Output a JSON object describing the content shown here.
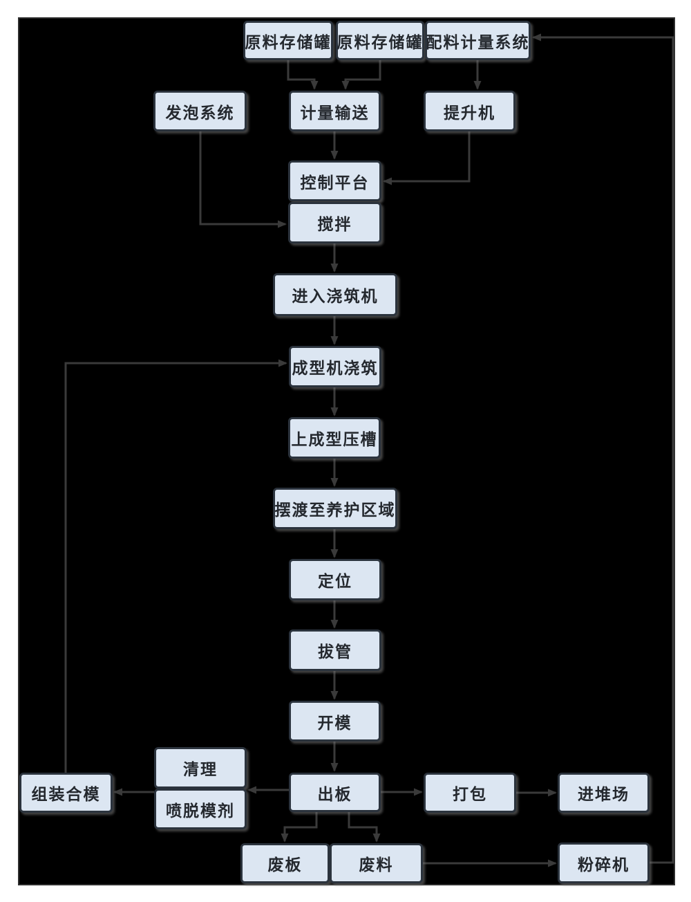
{
  "diagram": {
    "type": "flowchart",
    "language": "zh-CN",
    "colors": {
      "page_bg": "#ffffff",
      "canvas_bg": "#000000",
      "node_fill": "#dce6f2",
      "node_border": "#2b333d",
      "connector": "#3a3a3a",
      "text": "#24282e"
    },
    "nodes": {
      "tank1": {
        "label": "原料存储罐"
      },
      "tank2": {
        "label": "原料存储罐"
      },
      "batching": {
        "label": "配料计量系统"
      },
      "foaming": {
        "label": "发泡系统"
      },
      "metering": {
        "label": "计量输送"
      },
      "elevator": {
        "label": "提升机"
      },
      "control": {
        "label": "控制平台"
      },
      "mixing": {
        "label": "搅拌"
      },
      "pouring_enter": {
        "label": "进入浇筑机"
      },
      "forming_pour": {
        "label": "成型机浇筑"
      },
      "press_groove": {
        "label": "上成型压槽"
      },
      "ferry_curing": {
        "label": "摆渡至养护区域"
      },
      "positioning": {
        "label": "定位"
      },
      "tube_pull": {
        "label": "拔管"
      },
      "mold_open": {
        "label": "开模"
      },
      "cleaning": {
        "label": "清理"
      },
      "release_agent": {
        "label": "喷脱模剂"
      },
      "assemble_mold": {
        "label": "组装合模"
      },
      "board_out": {
        "label": "出板"
      },
      "packing": {
        "label": "打包"
      },
      "yard": {
        "label": "进堆场"
      },
      "waste_board": {
        "label": "废板"
      },
      "waste_material": {
        "label": "废料"
      },
      "crusher": {
        "label": "粉碎机"
      }
    },
    "edges": [
      "原料存储罐→计量输送",
      "原料存储罐→计量输送",
      "配料计量系统→提升机",
      "计量输送→控制平台",
      "提升机→控制平台",
      "发泡系统→搅拌",
      "搅拌→进入浇筑机",
      "进入浇筑机→成型机浇筑",
      "成型机浇筑→上成型压槽",
      "上成型压槽→摆渡至养护区域",
      "摆渡至养护区域→定位",
      "定位→拔管",
      "拔管→开模",
      "开模→出板",
      "出板→清理/喷脱模剂",
      "清理/喷脱模剂→组装合模",
      "组装合模→成型机浇筑",
      "出板→打包",
      "打包→进堆场",
      "出板→废板",
      "出板→废料",
      "废料→粉碎机",
      "粉碎机→配料计量系统"
    ]
  }
}
